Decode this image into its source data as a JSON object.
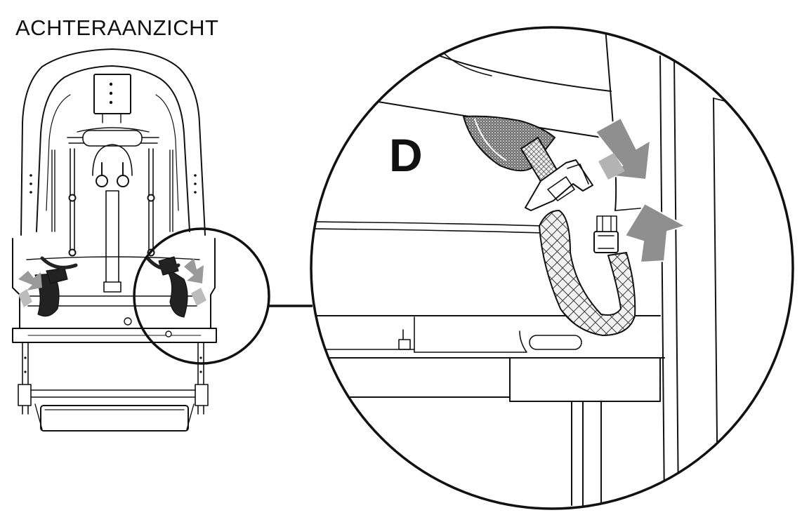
{
  "view": {
    "title": "ACHTERAANZICHT"
  },
  "detail": {
    "step_label": "D"
  },
  "colors": {
    "line": "#111111",
    "arrow": "#8f8f8f",
    "arrow_light": "#b3b3b3",
    "strap_mesh": "#4a4a4a",
    "background": "#ffffff"
  },
  "icons": {
    "press_arrow_top": "arrow-down-left",
    "press_arrow_bottom": "arrow-up-left"
  }
}
